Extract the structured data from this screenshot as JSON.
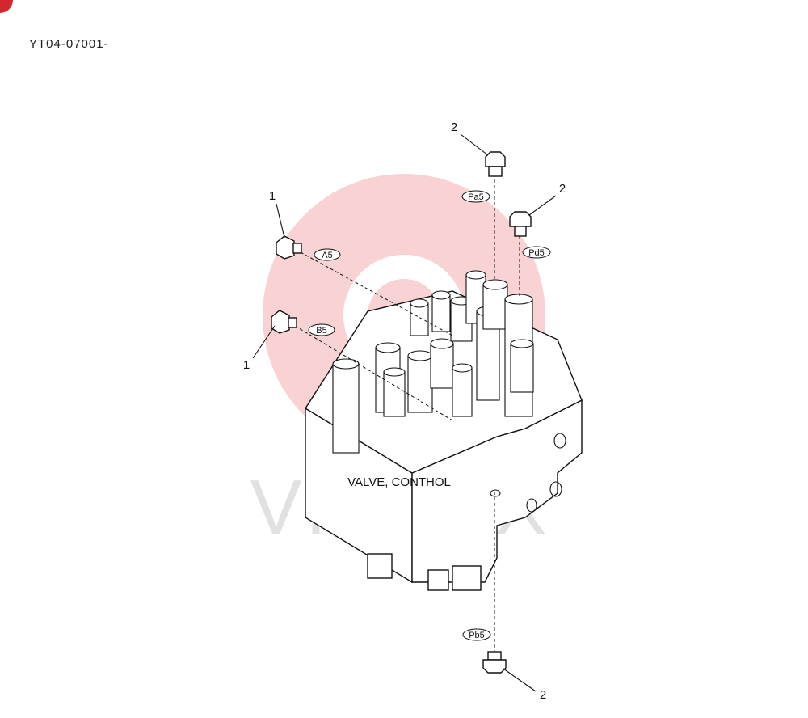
{
  "doc_code": "YT04-07001-",
  "watermark": {
    "text": "VIHTEX",
    "color": "#e8383d"
  },
  "valve_label": "VALVE, CONTHOL",
  "ports": {
    "a5": "A5",
    "b5": "B5",
    "pa5": "Pa5",
    "pd5": "Pd5",
    "pb5": "Pb5"
  },
  "callouts": {
    "plug_a5": "1",
    "plug_b5": "1",
    "plug_pa5": "2",
    "plug_pd5": "2",
    "plug_pb5": "2"
  }
}
